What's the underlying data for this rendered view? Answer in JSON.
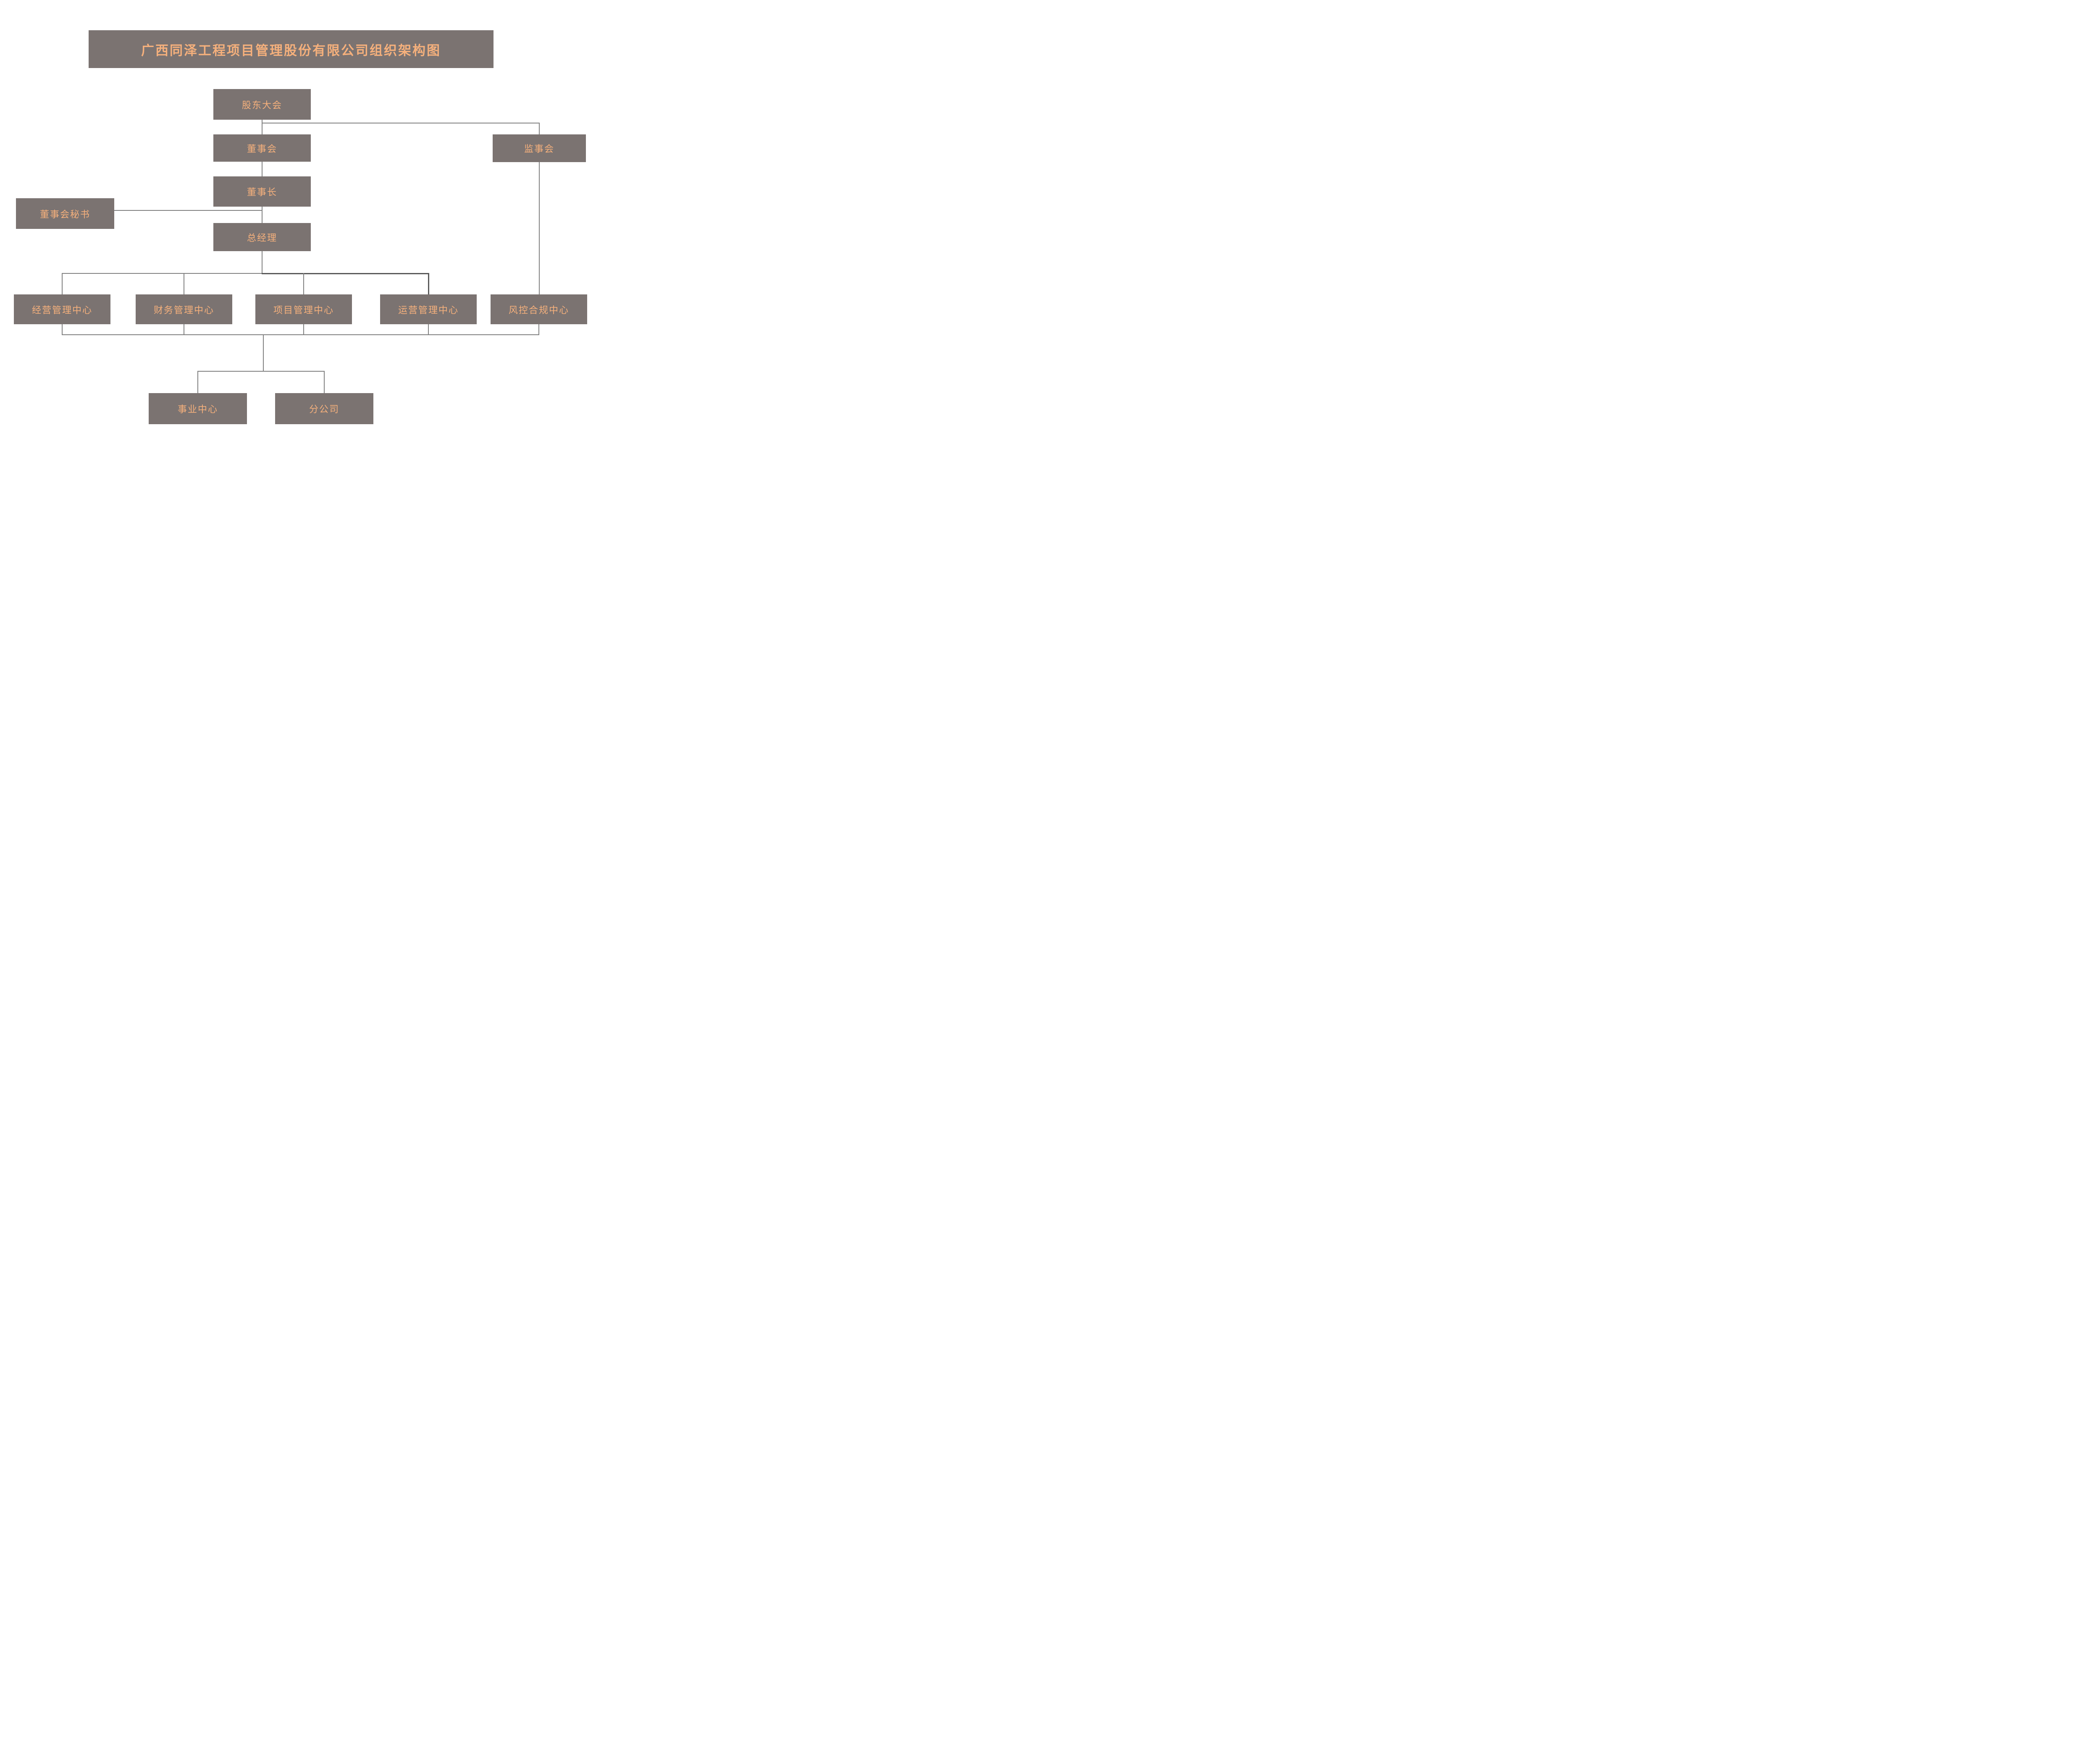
{
  "title": "广西同泽工程项目管理股份有限公司组织架构图",
  "colors": {
    "box_fill": "#7B7371",
    "box_text": "#F5B07C",
    "line": "#808080",
    "line_dark": "#595959",
    "background": "#FFFFFF"
  },
  "nodes": {
    "shareholders": {
      "label": "股东大会"
    },
    "board": {
      "label": "董事会"
    },
    "supervisory": {
      "label": "监事会"
    },
    "chairman": {
      "label": "董事长"
    },
    "secretary": {
      "label": "董事会秘书"
    },
    "general_manager": {
      "label": "总经理"
    },
    "operating_center": {
      "label": "经营管理中心"
    },
    "finance_center": {
      "label": "财务管理中心"
    },
    "project_center": {
      "label": "项目管理中心"
    },
    "operations_center": {
      "label": "运营管理中心"
    },
    "risk_center": {
      "label": "风控合规中心"
    },
    "business_center": {
      "label": "事业中心"
    },
    "branch": {
      "label": "分公司"
    }
  }
}
